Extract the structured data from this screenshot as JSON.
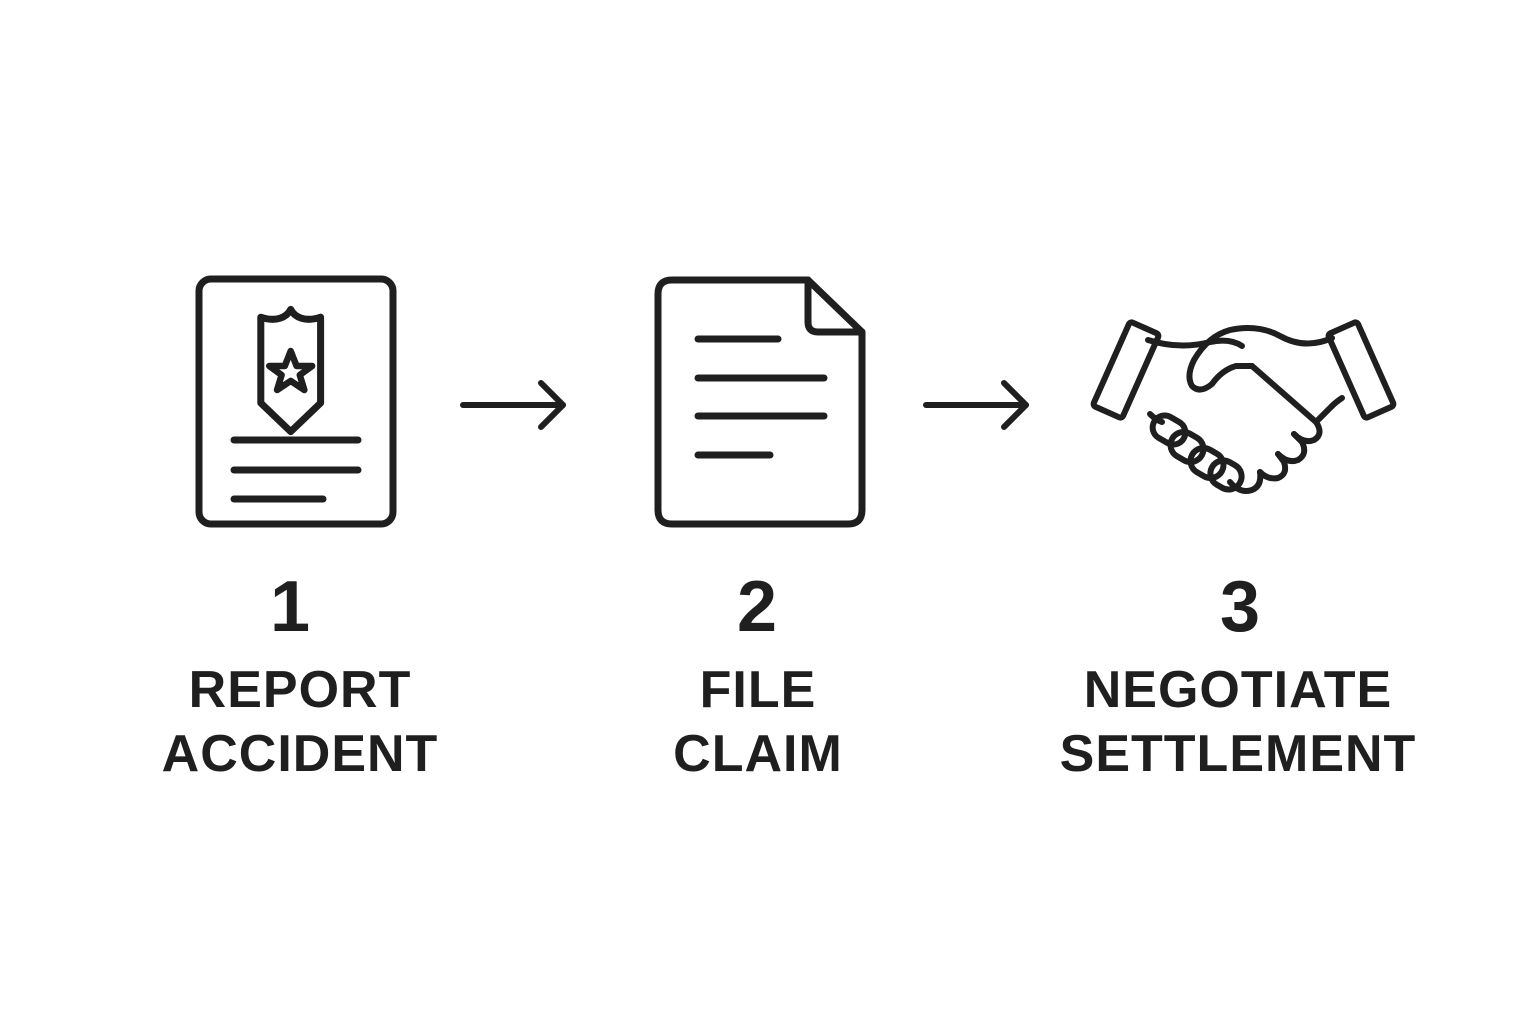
{
  "colors": {
    "ink": "#1f1f1f",
    "background": "#ffffff"
  },
  "steps": [
    {
      "number": "1",
      "label_line1": "REPORT",
      "label_line2": "ACCIDENT",
      "icon": "police-report-icon"
    },
    {
      "number": "2",
      "label_line1": "FILE",
      "label_line2": "CLAIM",
      "icon": "document-icon"
    },
    {
      "number": "3",
      "label_line1": "NEGOTIATE",
      "label_line2": "SETTLEMENT",
      "icon": "handshake-icon"
    }
  ],
  "connectors": [
    {
      "from": "1",
      "to": "2",
      "icon": "arrow-right-icon"
    },
    {
      "from": "2",
      "to": "3",
      "icon": "arrow-right-icon"
    }
  ]
}
